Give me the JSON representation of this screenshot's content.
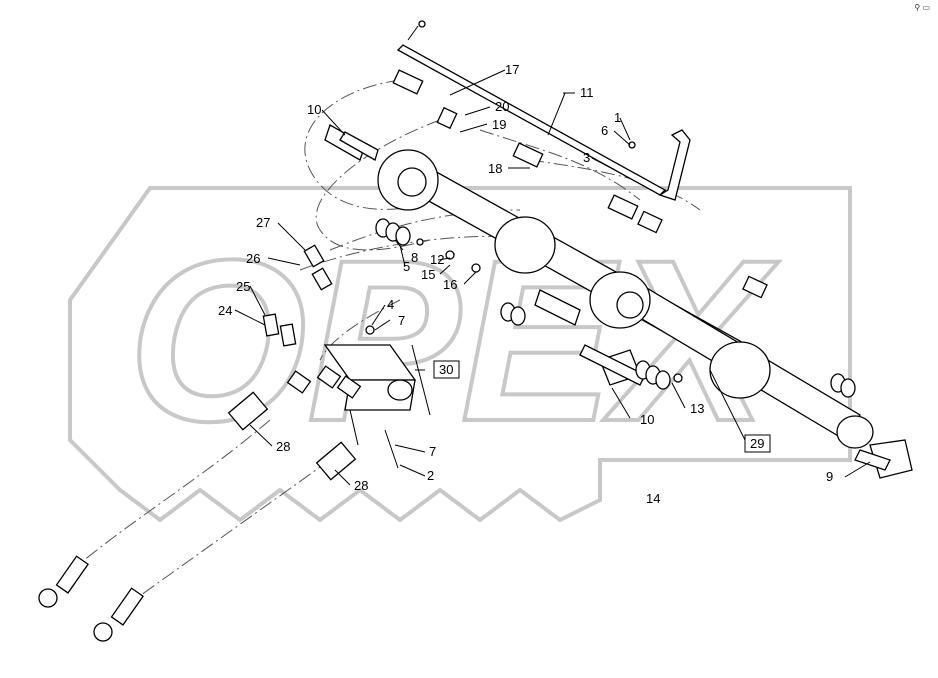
{
  "watermark": {
    "text": "OPEX"
  },
  "corner_mark": "⚲ ▭",
  "callouts": [
    {
      "id": "c1",
      "text": "1"
    },
    {
      "id": "c2",
      "text": "2"
    },
    {
      "id": "c3",
      "text": "3"
    },
    {
      "id": "c4",
      "text": "4"
    },
    {
      "id": "c5",
      "text": "5"
    },
    {
      "id": "c6",
      "text": "6"
    },
    {
      "id": "c7a",
      "text": "7"
    },
    {
      "id": "c7b",
      "text": "7"
    },
    {
      "id": "c8",
      "text": "8"
    },
    {
      "id": "c9",
      "text": "9"
    },
    {
      "id": "c10a",
      "text": "10"
    },
    {
      "id": "c10b",
      "text": "10"
    },
    {
      "id": "c11",
      "text": "11"
    },
    {
      "id": "c12",
      "text": "12"
    },
    {
      "id": "c13",
      "text": "13"
    },
    {
      "id": "c14",
      "text": "14"
    },
    {
      "id": "c15",
      "text": "15"
    },
    {
      "id": "c16",
      "text": "16"
    },
    {
      "id": "c17",
      "text": "17"
    },
    {
      "id": "c18",
      "text": "18"
    },
    {
      "id": "c19",
      "text": "19"
    },
    {
      "id": "c20",
      "text": "20"
    },
    {
      "id": "c24",
      "text": "24"
    },
    {
      "id": "c25",
      "text": "25"
    },
    {
      "id": "c26",
      "text": "26"
    },
    {
      "id": "c27",
      "text": "27"
    },
    {
      "id": "c28a",
      "text": "28"
    },
    {
      "id": "c28b",
      "text": "28"
    }
  ],
  "assembly_boxes": [
    {
      "id": "b29",
      "text": "29"
    },
    {
      "id": "b30",
      "text": "30"
    }
  ]
}
